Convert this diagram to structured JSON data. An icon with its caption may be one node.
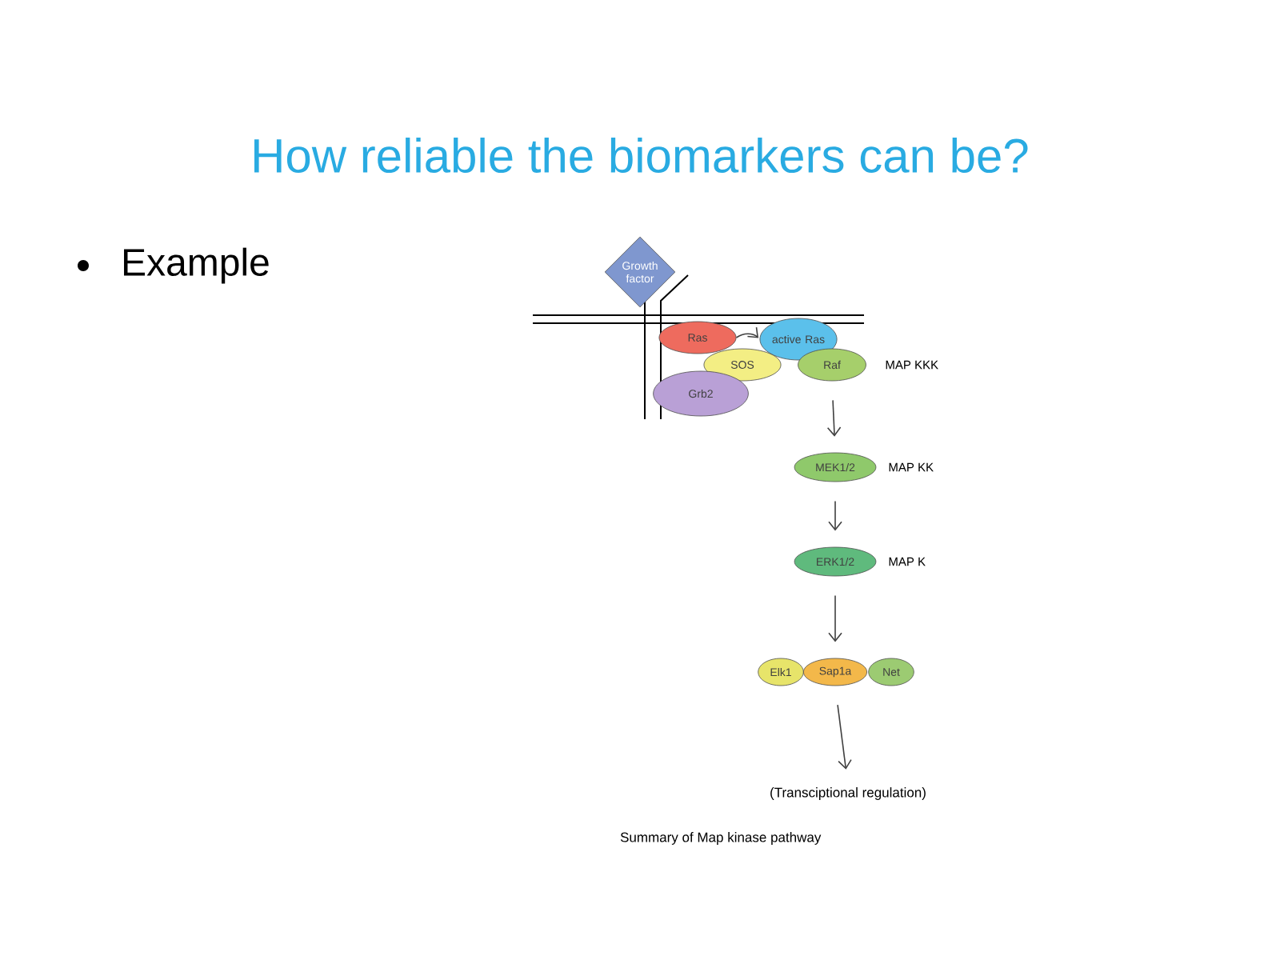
{
  "diagram": {
    "title": "How reliable the biomarkers can be?",
    "caption": "Summary of Map kinase pathway",
    "nodes": [
      {
        "text": [
          "Growth factor"
        ]
      },
      {
        "text": [
          "Ras"
        ]
      },
      {
        "text": [
          "active Ras"
        ]
      },
      {
        "text": [
          "SOS"
        ]
      },
      {
        "text": [
          "Raf"
        ],
        "beside": [
          "MAP KKK"
        ]
      },
      {
        "text": [
          "Grb2"
        ]
      },
      {
        "text": [
          "MEK1/2"
        ],
        "beside": [
          "MAP KK"
        ]
      },
      {
        "text": [
          "ERK1/2"
        ],
        "beside": [
          "MAP K"
        ]
      },
      {
        "text": [
          "Elk1"
        ]
      },
      {
        "text": [
          "Sap1a"
        ]
      },
      {
        "text": [
          "Net"
        ]
      },
      {
        "text": [
          "(Transciptional regulation)"
        ]
      }
    ],
    "edges": [
      {
        "from": 1,
        "to": 2,
        "arrow": "to"
      },
      {
        "from": 4,
        "to": 6,
        "arrow": "to"
      },
      {
        "from": 6,
        "to": 7,
        "arrow": "to"
      },
      {
        "from": 7,
        "to": 9,
        "arrow": "to"
      },
      {
        "from": 9,
        "to": 11,
        "arrow": "to"
      }
    ],
    "labels": [
      "Example"
    ]
  }
}
